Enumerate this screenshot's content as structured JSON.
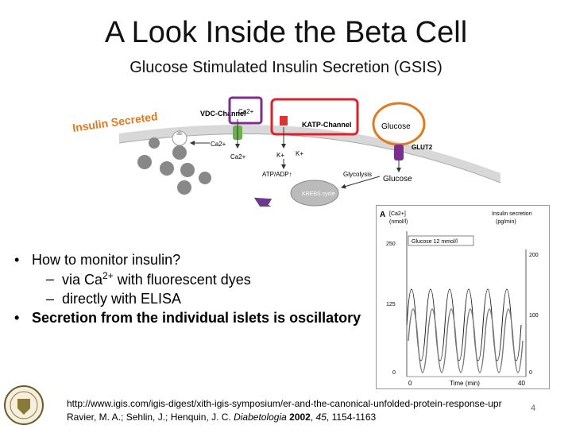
{
  "slide": {
    "title": "A Look Inside the Beta Cell",
    "subtitle": "Glucose Stimulated Insulin Secretion (GSIS)",
    "page_number": "4"
  },
  "diagram": {
    "insulin_secreted": "Insulin Secreted",
    "vdc_channel": "VDC-Channel",
    "ca2_top": "Ca2+",
    "katp_channel": "KATP-Channel",
    "glucose_top": "Glucose",
    "glut2": "GLUT2",
    "glucose_inside": "Glucose",
    "glycolysis": "Glycolysis",
    "atp_adp": "ATP/ADP↑",
    "krebs": "KREBS cycle",
    "k_plus": "K+",
    "ca2_in_left": "Ca2+",
    "ca2_in_channel": "Ca2+",
    "colors": {
      "purple": "#7a2f8e",
      "red": "#e0202a",
      "orange": "#e07a1c"
    }
  },
  "bullets": {
    "b1": "How to monitor insulin?",
    "b1a_pre": "via Ca",
    "b1a_sup": "2+",
    "b1a_post": " with fluorescent dyes",
    "b1b": "directly with ELISA",
    "b2": "Secretion from the individual islets is oscillatory"
  },
  "graph": {
    "panel_label": "A",
    "left_label": "[Ca2+]",
    "left_unit": "(nmol/l)",
    "right_label": "Insulin secretion",
    "right_unit": "(pg/min)",
    "condition": "Glucose 12 mmol/l",
    "xlabel": "Time (min)",
    "x0": "0",
    "x1": "40",
    "yl_top": "250",
    "yl_mid": "125",
    "yl_bot": "0",
    "yr_top": "200",
    "yr_mid": "100",
    "yr_bot": "0"
  },
  "reference": {
    "url": "http://www.igis.com/igis-digest/xith-igis-symposium/er-and-the-canonical-unfolded-protein-response-upr",
    "cite_authors": "Ravier, M. A.; Sehlin, J.; Henquin, J. C. ",
    "cite_journal": "Diabetologia",
    "cite_year": "2002",
    "cite_vol": "45",
    "cite_pages": "1154-1163"
  }
}
